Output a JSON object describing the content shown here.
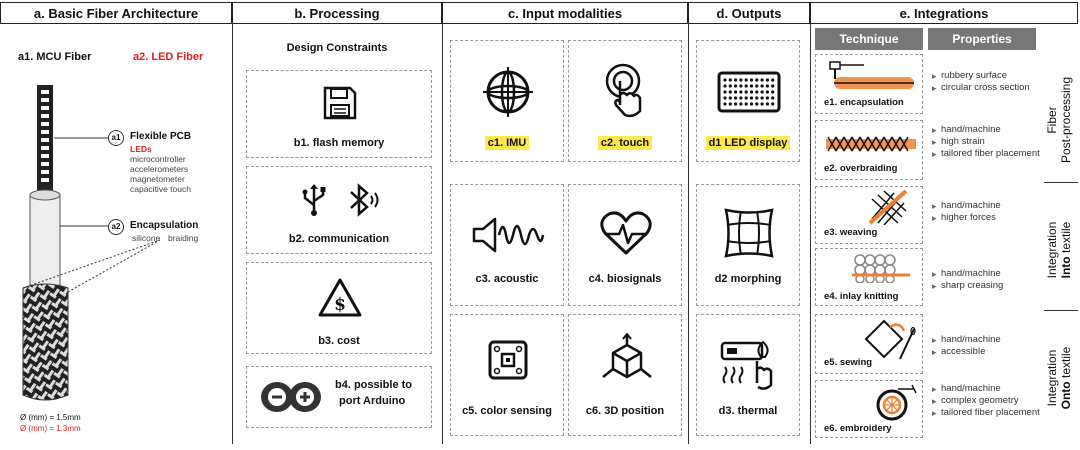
{
  "headers": {
    "a": "a. Basic Fiber Architecture",
    "b": "b. Processing",
    "c": "c. Input modalities",
    "d": "d. Outputs",
    "e": "e. Integrations"
  },
  "a": {
    "mcu": "a1. MCU Fiber",
    "led": "a2. LED Fiber",
    "callout1_badge": "a1",
    "callout1_title": "Flexible PCB",
    "callout1_led": "LEDs",
    "callout1_items": [
      "microcontroller",
      "accelerometers",
      "magnetometer",
      "capacitive touch"
    ],
    "callout2_badge": "a2",
    "callout2_title": "Encapsulation",
    "callout2_sub1": "silicone",
    "callout2_sub2": "braiding",
    "diam1": "Ø (mm) = 1.5mm",
    "diam2": "Ø (mm) = 1.3mm"
  },
  "b": {
    "subtitle": "Design Constraints",
    "b1": "b1. flash memory",
    "b2": "b2. communication",
    "b3": "b3. cost",
    "b4a": "b4. possible to",
    "b4b": "port Arduino"
  },
  "c": {
    "c1": "c1. IMU",
    "c2": "c2. touch",
    "c3": "c3. acoustic",
    "c4": "c4. biosignals",
    "c5": "c5. color sensing",
    "c6": "c6. 3D position"
  },
  "d": {
    "d1": "d1 LED display",
    "d2": "d2 morphing",
    "d3": "d3. thermal"
  },
  "e": {
    "technique": "Technique",
    "properties": "Properties",
    "items": [
      {
        "label": "e1. encapsulation",
        "props": [
          "rubbery surface",
          "circular cross section"
        ]
      },
      {
        "label": "e2. overbraiding",
        "props": [
          "hand/machine",
          "high strain",
          "tailored fiber placement"
        ]
      },
      {
        "label": "e3. weaving",
        "props": [
          "hand/machine",
          "higher forces"
        ]
      },
      {
        "label": "e4. inlay knitting",
        "props": [
          "hand/machine",
          "sharp creasing"
        ]
      },
      {
        "label": "e5. sewing",
        "props": [
          "hand/machine",
          "accessible"
        ]
      },
      {
        "label": "e6. embroidery",
        "props": [
          "hand/machine",
          "complex geometry",
          "tailored fiber placement"
        ]
      }
    ],
    "group1_a": "Fiber",
    "group1_b": "Post-processing",
    "group2_a": "Integration",
    "group2_b_bold": "Into",
    "group2_b": "textile",
    "group3_a": "Integration",
    "group3_b_bold": "Onto",
    "group3_b": "textile"
  },
  "colors": {
    "red": "#e02020",
    "orange": "#f08030",
    "highlight": "#ffe94d",
    "gray_header": "#777777"
  }
}
